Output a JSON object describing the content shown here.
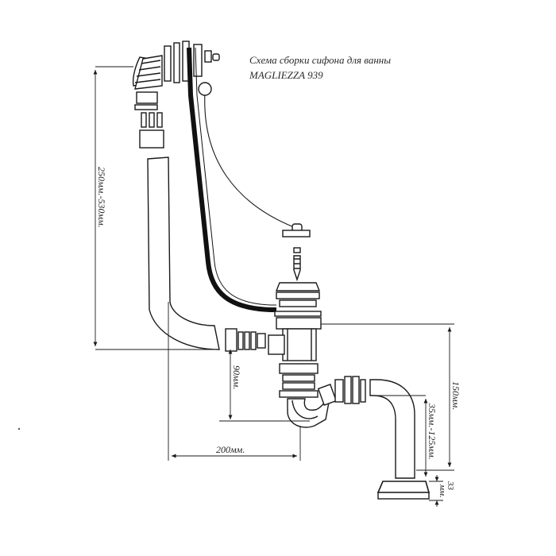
{
  "title": {
    "line1": "Схема сборки сифона для ванны",
    "line2": "MAGLIEZZA 939"
  },
  "dimensions": {
    "height_range": "250мм.-530мм.",
    "drop": "90мм.",
    "length": "200мм.",
    "total_height": "150мм.",
    "outlet_range": "35мм.-125мм.",
    "bottom_gap_top": "33",
    "bottom_gap_bottom": "мм."
  },
  "colors": {
    "line": "#1a1a1a",
    "chain": "#111111",
    "background": "#ffffff"
  }
}
